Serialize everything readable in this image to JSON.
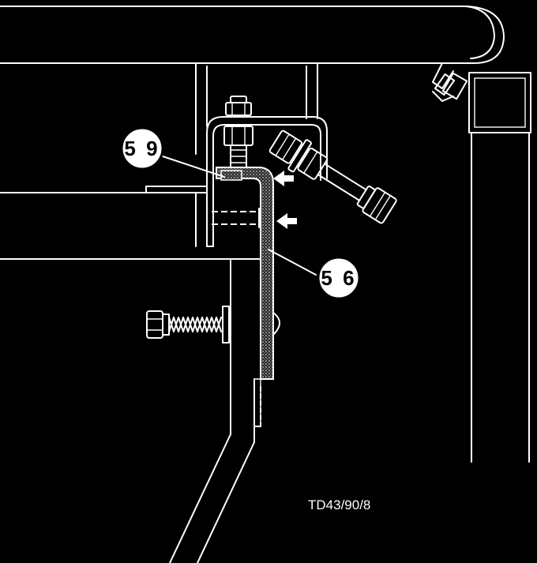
{
  "diagram": {
    "callouts": [
      {
        "label": "5 9"
      },
      {
        "label": "5 6"
      }
    ],
    "reference_code": "TD43/90/8",
    "colors": {
      "background": "#000000",
      "linework": "#ffffff",
      "hatch": "#9a9a9a"
    }
  }
}
